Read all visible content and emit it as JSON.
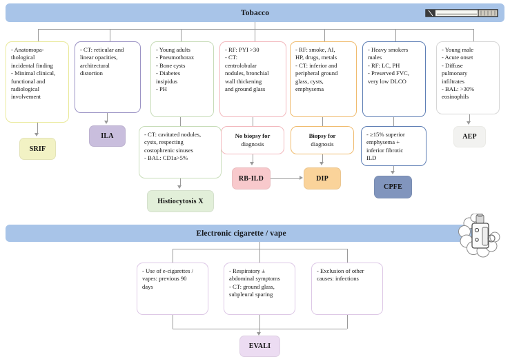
{
  "sections": [
    {
      "id": "tobacco",
      "title": "Tobacco",
      "icon": "cigarette-icon"
    },
    {
      "id": "vape",
      "title": "Electronic cigarette / vape",
      "icon": "vape-device-icon"
    }
  ],
  "tobacco_branches": [
    {
      "criteria": [
        "- Anatomopa-",
        "thological",
        "incidental finding",
        "- Minimal clinical,",
        "functional and",
        "radiological",
        "involvement"
      ],
      "accent": "#e9e99a",
      "outcome": {
        "label": "SRIF",
        "fill": "#f2f2c4",
        "text": "#111111"
      }
    },
    {
      "criteria": [
        "- CT: reticular and",
        "linear opacities,",
        "architectural",
        "distortion"
      ],
      "accent": "#9a92c4",
      "outcome": {
        "label": "ILA",
        "fill": "#c9bedd",
        "text": "#111111"
      }
    },
    {
      "criteria": [
        "- Young adults",
        "- Pneumothorax",
        "- Bone cysts",
        "- Diabetes",
        "insipidus",
        "- PH"
      ],
      "accent": "#c7dcb8",
      "step2": [
        "- CT: cavitated nodules,",
        "cysts, respecting",
        "costophrenic sinuses",
        "- BAL: CD1a>5%"
      ],
      "outcome": {
        "label": "Histiocytosis X",
        "fill": "#e2efd9",
        "text": "#111111"
      }
    },
    {
      "criteria": [
        "- RF: PYI >30",
        "- CT:",
        "centrolobular",
        "nodules, bronchial",
        "wall thickening",
        "and ground glass"
      ],
      "accent": "#f2b8bd",
      "step2_line1": "No biopsy for",
      "step2_line2": "diagnosis",
      "step2_bold": "No biopsy",
      "outcome": {
        "label": "RB-ILD",
        "fill": "#f8c9cc",
        "text": "#111111"
      }
    },
    {
      "criteria": [
        "- RF: smoke, AI,",
        "HP, drugs, metals",
        "- CT: inferior and",
        "peripheral ground",
        "glass, cysts,",
        "emphysema"
      ],
      "accent": "#f0bb6e",
      "step2_line1": "Biopsy for",
      "step2_line2": "diagnosis",
      "step2_bold": "Biopsy",
      "outcome": {
        "label": "DIP",
        "fill": "#fad39a",
        "text": "#111111"
      }
    },
    {
      "criteria": [
        "- Heavy smokers",
        "males",
        "- RF: LC, PH",
        "- Preserved FVC,",
        "very low DLCO"
      ],
      "accent": "#5f7fb5",
      "step2": [
        "- ≥15% superior",
        "emphysema +",
        "inferior fibrotic",
        "ILD"
      ],
      "outcome": {
        "label": "CPFE",
        "fill": "#8195bd",
        "text": "#111111"
      }
    },
    {
      "criteria": [
        "- Young male",
        "- Acute onset",
        "- Diffuse",
        "pulmonary",
        "infiltrates",
        "- BAL: >30%",
        "eosinophils"
      ],
      "accent": "#d6d6d6",
      "outcome": {
        "label": "AEP",
        "fill": "#f2f2f0",
        "text": "#111111"
      }
    }
  ],
  "vape_branches": [
    {
      "criteria": [
        "- Use of e-cigarettes /",
        "vapes: previous 90",
        "days"
      ],
      "accent": "#ddc8e6"
    },
    {
      "criteria": [
        "- Respiratory ±",
        "abdominal symptoms",
        "- CT: ground glass,",
        "subpleural sparing"
      ],
      "accent": "#ddc8e6"
    },
    {
      "criteria": [
        "- Exclusion of other",
        "causes: infections"
      ],
      "accent": "#ddc8e6"
    }
  ],
  "vape_outcome": {
    "label": "EVALI",
    "fill": "#ecdcf2",
    "text": "#111111"
  },
  "colors": {
    "header_bar": "#a8c4e8",
    "connector": "#9a9a9a",
    "page_background": "#ffffff"
  }
}
